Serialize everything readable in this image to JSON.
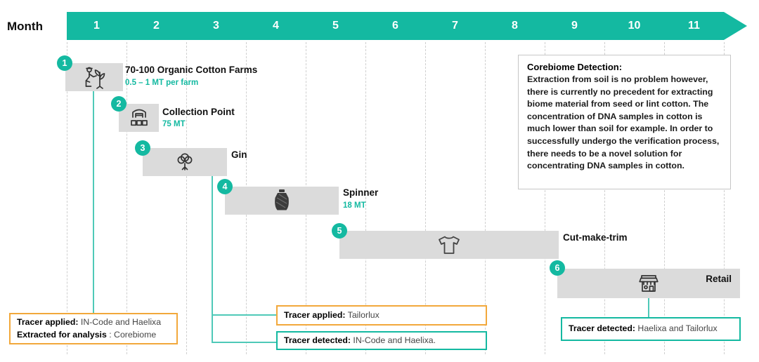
{
  "header": {
    "label": "Month",
    "months": [
      "1",
      "2",
      "3",
      "4",
      "5",
      "6",
      "7",
      "8",
      "9",
      "10",
      "11"
    ]
  },
  "stages": [
    {
      "num": "1",
      "title": "70-100 Organic Cotton Farms",
      "subtitle": "0.5 – 1 MT per farm",
      "icon": "farmer-plant-icon",
      "bar_months": "1"
    },
    {
      "num": "2",
      "title": "Collection Point",
      "subtitle": "75 MT",
      "icon": "collection-warehouse-icon",
      "bar_months": "2"
    },
    {
      "num": "3",
      "title": "Gin",
      "subtitle": "",
      "icon": "cotton-boll-icon",
      "bar_months": "2–3"
    },
    {
      "num": "4",
      "title": "Spinner",
      "subtitle": "18 MT",
      "icon": "yarn-spool-icon",
      "bar_months": "4–5"
    },
    {
      "num": "5",
      "title": "Cut-make-trim",
      "subtitle": "",
      "icon": "tshirt-icon",
      "bar_months": "5–9"
    },
    {
      "num": "6",
      "title": "Retail",
      "subtitle": "",
      "icon": "storefront-icon",
      "bar_months": "9–11"
    }
  ],
  "callouts": [
    {
      "border": "orange",
      "lines": [
        {
          "label": "Tracer applied:",
          "text": " IN-Code and Haelixa"
        },
        {
          "label": "Extracted for analysis",
          "text": " : Corebiome"
        }
      ]
    },
    {
      "border": "orange",
      "lines": [
        {
          "label": "Tracer applied:",
          "text": " Tailorlux"
        }
      ]
    },
    {
      "border": "teal",
      "lines": [
        {
          "label": "Tracer detected:",
          "text": " IN-Code and Haelixa."
        }
      ]
    },
    {
      "border": "teal",
      "lines": [
        {
          "label": "Tracer detected:",
          "text": " Haelixa and Tailorlux"
        }
      ]
    }
  ],
  "note": {
    "title": "Corebiome Detection:",
    "body": "Extraction from soil is no problem however, there is currently no precedent for extracting biome material from seed or lint cotton. The concentration of DNA samples in cotton is much lower than soil for example. In order to successfully undergo the verification process, there needs to be a novel solution for concentrating DNA samples in cotton."
  },
  "colors": {
    "teal": "#14B9A1",
    "teal_line": "#4FC9B8",
    "orange": "#F2A83B",
    "bar_gray": "#DBDBDB",
    "grid_gray": "#CFCFCF"
  }
}
